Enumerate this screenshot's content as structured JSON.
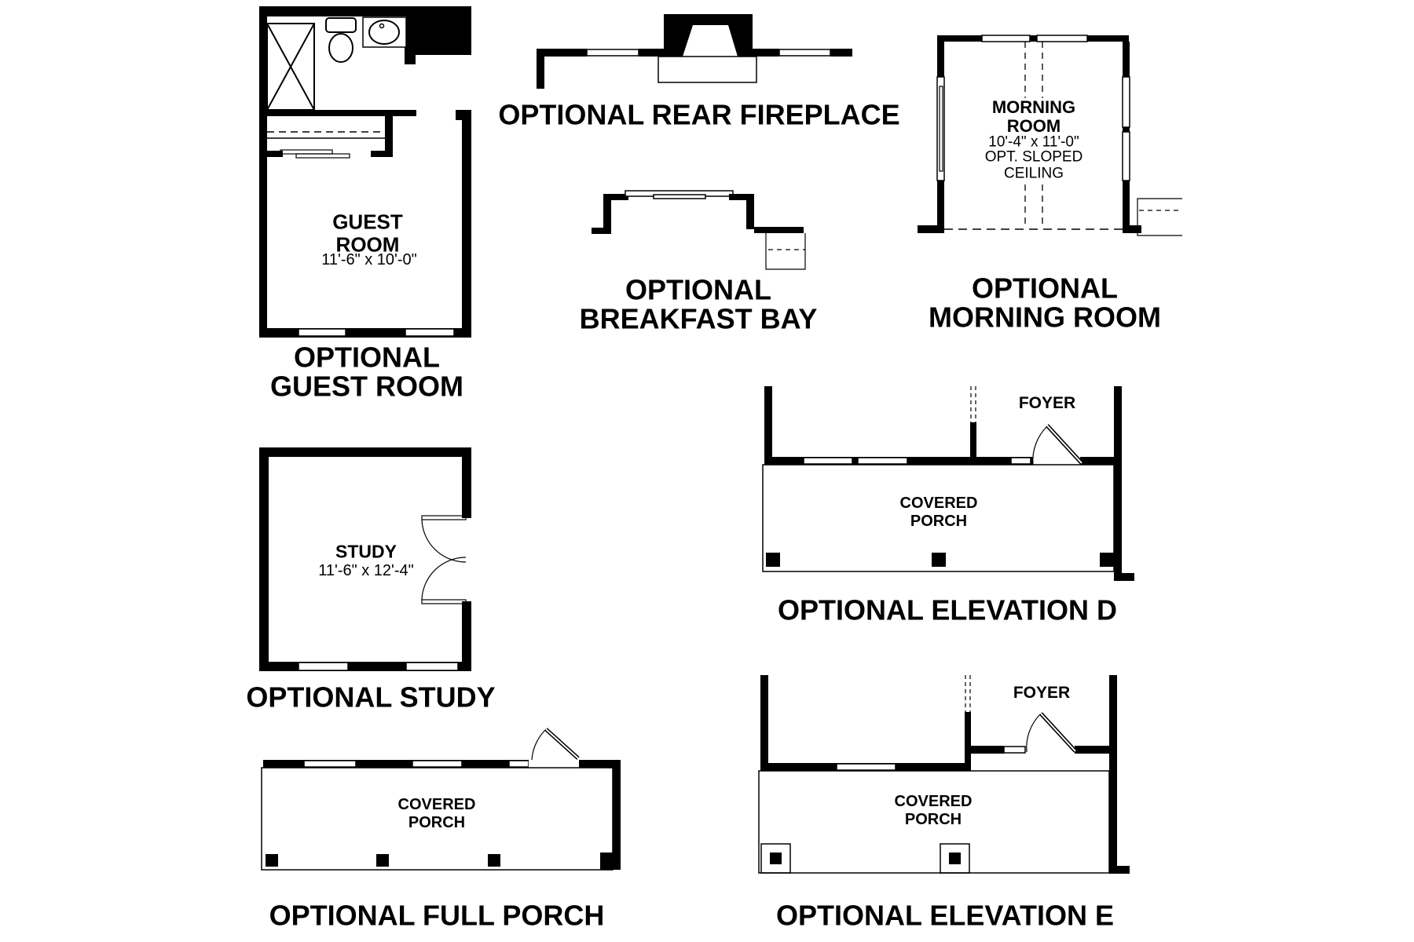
{
  "colors": {
    "ink": "#000000",
    "paper": "#ffffff"
  },
  "plans": {
    "guest_room": {
      "room": "GUEST\nROOM",
      "dims": "11'-6\" x 10'-0\"",
      "caption": "OPTIONAL\nGUEST ROOM"
    },
    "rear_fireplace": {
      "caption": "OPTIONAL REAR FIREPLACE"
    },
    "breakfast_bay": {
      "caption": "OPTIONAL\nBREAKFAST BAY"
    },
    "morning_room": {
      "room": "MORNING\nROOM",
      "dims": "10'-4\" x 11'-0\"",
      "note": "OPT. SLOPED\nCEILING",
      "caption": "OPTIONAL\nMORNING ROOM"
    },
    "study": {
      "room": "STUDY",
      "dims": "11'-6\" x 12'-4\"",
      "caption": "OPTIONAL STUDY"
    },
    "elevation_d": {
      "foyer": "FOYER",
      "porch": "COVERED\nPORCH",
      "caption": "OPTIONAL ELEVATION D"
    },
    "full_porch": {
      "porch": "COVERED\nPORCH",
      "caption": "OPTIONAL FULL PORCH"
    },
    "elevation_e": {
      "foyer": "FOYER",
      "porch": "COVERED\nPORCH",
      "caption": "OPTIONAL ELEVATION E"
    }
  }
}
